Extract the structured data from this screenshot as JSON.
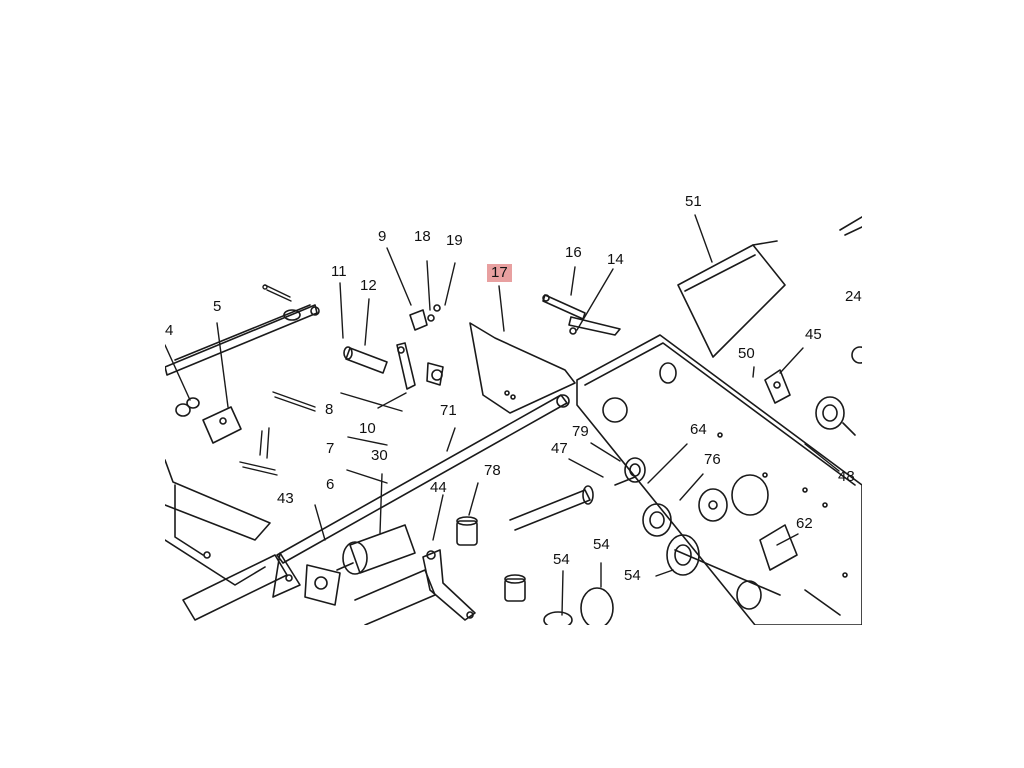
{
  "diagram": {
    "style": "exploded parts diagram, black line art on white",
    "highlight_color": "#e8a0a0",
    "highlighted_part": "17",
    "part_callouts": [
      "9",
      "18",
      "19",
      "11",
      "12",
      "17",
      "16",
      "14",
      "51",
      "5",
      "24",
      "45",
      "50",
      "8",
      "10",
      "71",
      "79",
      "64",
      "47",
      "7",
      "30",
      "76",
      "6",
      "48",
      "78",
      "44",
      "43",
      "62",
      "54",
      "54",
      "54",
      "4"
    ]
  }
}
